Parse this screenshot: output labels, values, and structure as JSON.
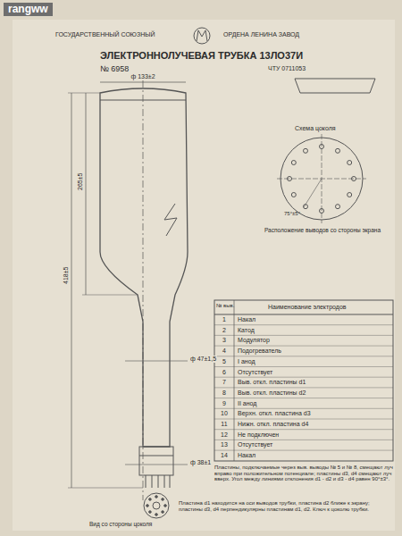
{
  "diagram": {
    "title": "ЭЛЕКТРОННОЛУЧЕВАЯ ТРУБКА 13ЛО37И",
    "labels": [
      "rangww",
      "ГОСУДАРСТВЕННЫЙ СОЮЗНЫЙ",
      "ОРДЕНА ЛЕНИНА ЗАВОД",
      "№ 6958",
      "ЧТУ 0711053",
      "ф 133±2",
      "418±5",
      "265±5",
      "ф 47±1,5",
      "ф 38±1",
      "Вид со стороны цоколя",
      "Схема цоколя",
      "Расположение выводов со стороны экрана",
      "№ выв.",
      "Наименование электродов",
      "1",
      "2",
      "3",
      "4",
      "5",
      "6",
      "7",
      "8",
      "9",
      "10",
      "11",
      "12",
      "13",
      "14",
      "Накал",
      "Катод",
      "Модулятор",
      "Подогреватель",
      "I анод",
      "Отсутствует",
      "Выв. откл. пластины d1",
      "Выв. откл. пластины d2",
      "II анод",
      "Верхн. откл. пластина d3",
      "Нижн. откл. пластина d4",
      "Не подключен",
      "Отсутствует",
      "Накал",
      "Пластины, подключаемые через выв. выводы № 5 и № 8, смещают луч вправо при положительном потенциале; пластины d3, d4 смещают луч вверх. Угол между линиями отклонения d1 - d2 и d3 - d4 равен 90°±3°.",
      "Пластина d1 находится на оси выводов трубки, пластина d2 ближе к экрану; пластины d3, d4 перпендикулярны пластинам d1, d2. Ключ к цоколю трубки.",
      "75°±5°"
    ]
  }
}
